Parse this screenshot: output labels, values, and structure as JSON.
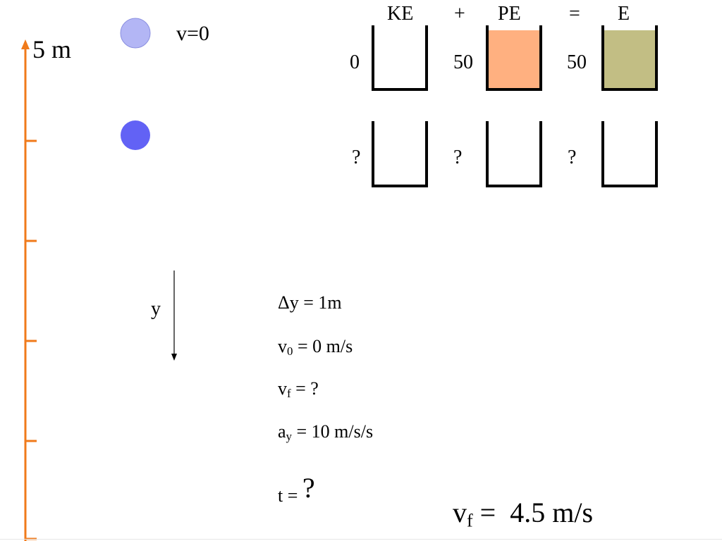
{
  "scale": {
    "label": "5 m",
    "color": "#f07a1a",
    "tick_count": 5
  },
  "balls": {
    "initial": {
      "label": "v=0",
      "color": "#b3b6f5"
    },
    "current": {
      "color": "#6262f5"
    }
  },
  "energy": {
    "headers": {
      "ke": "KE",
      "plus": "+",
      "pe": "PE",
      "equals": "=",
      "e": "E"
    },
    "row1": {
      "ke_value": "0",
      "pe_value": "50",
      "e_value": "50",
      "pe_fill_fraction": 1.0,
      "e_fill_fraction": 1.0,
      "pe_color": "#ffb080",
      "e_color": "#c2be84"
    },
    "row2": {
      "ke_value": "?",
      "pe_value": "?",
      "e_value": "?"
    }
  },
  "axis": {
    "label": "y"
  },
  "givens": {
    "dy": {
      "prefix": "Δy = 1m"
    },
    "v0": {
      "var": "v",
      "sub": "0",
      "rest": " = 0 m/s"
    },
    "vf": {
      "var": "v",
      "sub": "f",
      "rest": " = ?"
    },
    "ay": {
      "var": "a",
      "sub": "y",
      "rest": " = 10 m/s/s"
    },
    "t": {
      "prefix": "t = ",
      "value": "?"
    }
  },
  "result": {
    "var": "v",
    "sub": "f",
    "rest": " =  4.5 m/s"
  }
}
